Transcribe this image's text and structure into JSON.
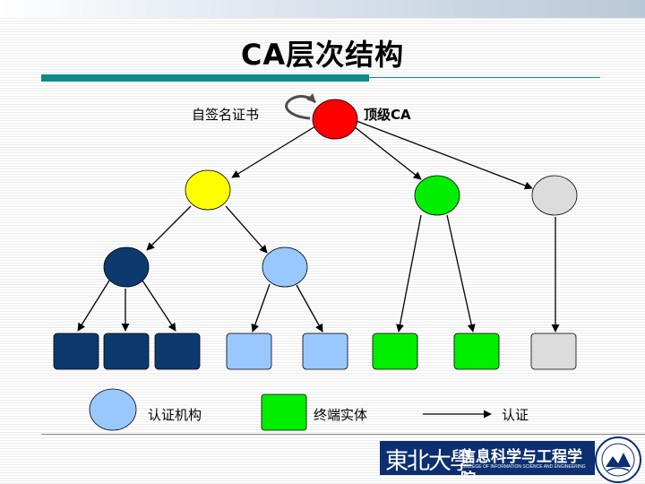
{
  "title": "CA层次结构",
  "labels": {
    "self_signed": "自签名证书",
    "root_ca": "顶级CA"
  },
  "legend": {
    "ca_label": "认证机构",
    "end_entity_label": "终端实体",
    "cert_label": "认证"
  },
  "logo": {
    "calligraphy": "東北大學",
    "college_cn": "信息科学与工程学院",
    "college_en": "COLLEGE OF INFORMATION SCIENCE AND ENGINEERING"
  },
  "colors": {
    "root": "#ff0000",
    "yellow_ca": "#ffff00",
    "green": "#00ee00",
    "gray": "#dcdcdc",
    "navy": "#0d3a6e",
    "light_blue": "#99c8ff",
    "accent_bar": "#0f8a8a",
    "logo_bg": "#0b2f70"
  }
}
